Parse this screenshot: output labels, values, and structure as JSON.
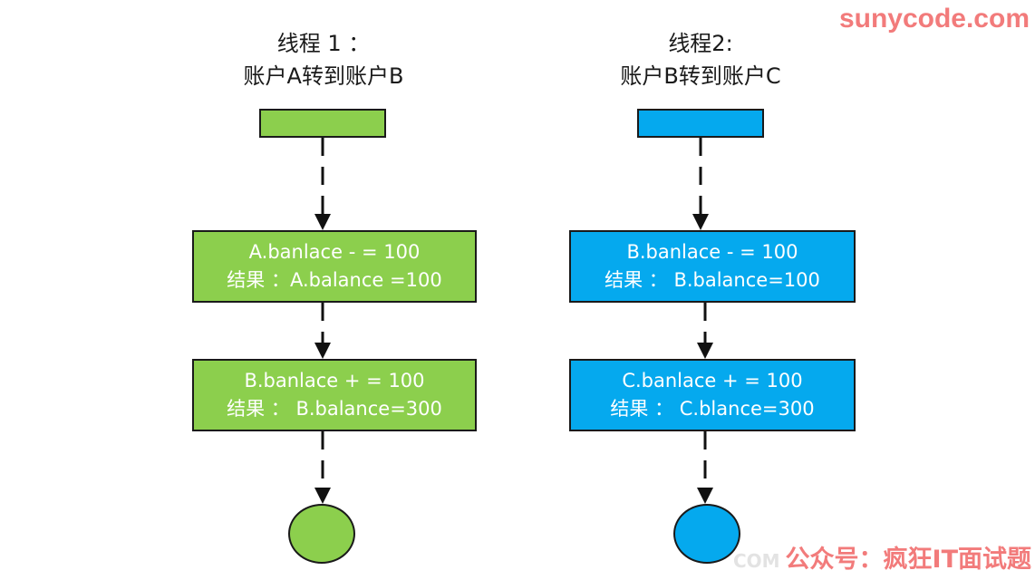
{
  "watermark": {
    "site": "sunycode.com",
    "faded": "COM",
    "account": "公众号：疯狂IT面试题"
  },
  "thread1": {
    "title": "线程 1 ：",
    "subtitle": "账户A转到账户B",
    "color": "#8ccf4d",
    "steps": [
      {
        "line1": "A.banlace - = 100",
        "line2": "结果 ：A.balance =100"
      },
      {
        "line1": "B.banlace + = 100",
        "line2": "结果 ： B.balance=300"
      }
    ]
  },
  "thread2": {
    "title": "线程2:",
    "subtitle": "账户B转到账户C",
    "color": "#05a9ee",
    "steps": [
      {
        "line1": "B.banlace - = 100",
        "line2": "结果 ： B.balance=100"
      },
      {
        "line1": "C.banlace + = 100",
        "line2": "结果 ： C.blance=300"
      }
    ]
  }
}
